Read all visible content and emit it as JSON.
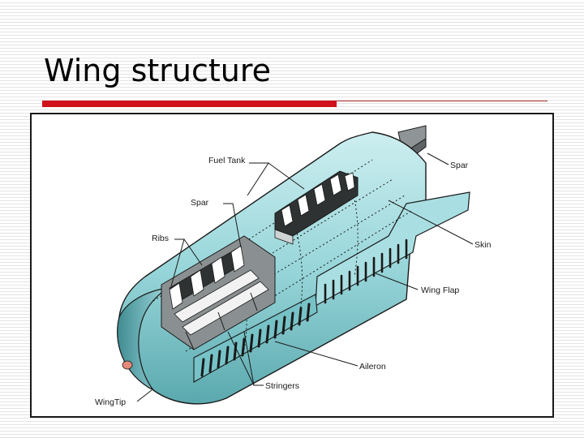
{
  "slide": {
    "title": "Wing structure",
    "accent_color": "#d0121b",
    "rule_color": "#b0322f"
  },
  "diagram": {
    "skin_color": "#8fcfd3",
    "skin_dark": "#4f9ea4",
    "labels": {
      "fuel_tank": "Fuel Tank",
      "spar_top": "Spar",
      "spar_left": "Spar",
      "ribs": "Ribs",
      "skin": "Skin",
      "wing_flap": "Wing Flap",
      "aileron": "Aileron",
      "stringers": "Stringers",
      "wingtip": "WingTip"
    }
  }
}
